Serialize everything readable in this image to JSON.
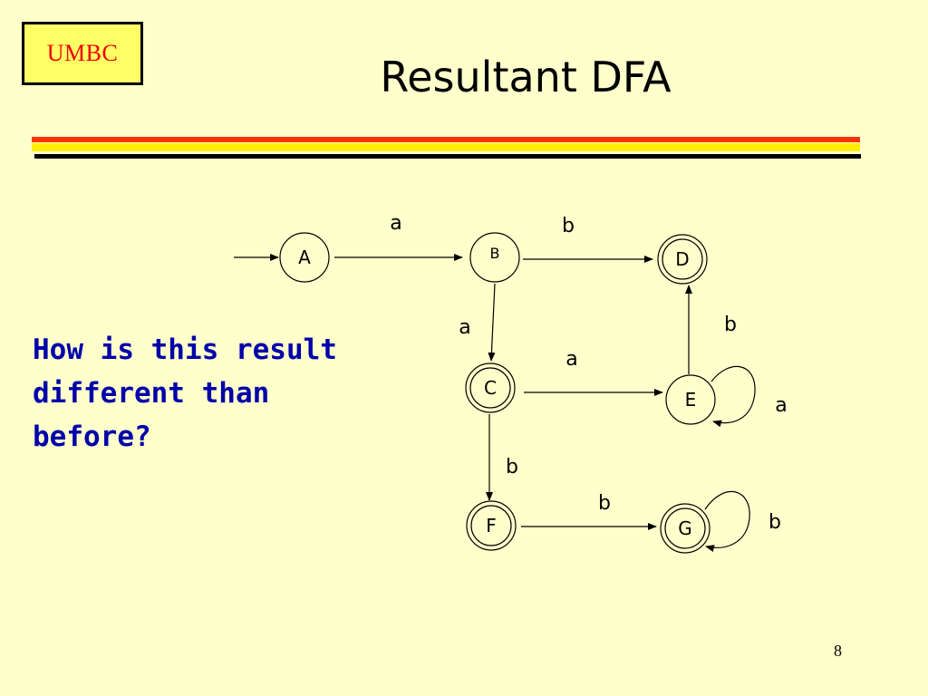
{
  "logo": {
    "text": "UMBC"
  },
  "slide": {
    "title": "Resultant DFA",
    "question": "How is this result different than before?",
    "page_number": "8"
  },
  "dfa": {
    "states": [
      {
        "id": "A",
        "label": "A",
        "accepting": false,
        "start": true
      },
      {
        "id": "B",
        "label": "B",
        "accepting": false,
        "start": false
      },
      {
        "id": "C",
        "label": "C",
        "accepting": true,
        "start": false
      },
      {
        "id": "D",
        "label": "D",
        "accepting": true,
        "start": false
      },
      {
        "id": "E",
        "label": "E",
        "accepting": false,
        "start": false
      },
      {
        "id": "F",
        "label": "F",
        "accepting": true,
        "start": false
      },
      {
        "id": "G",
        "label": "G",
        "accepting": true,
        "start": false
      }
    ],
    "transitions": [
      {
        "from": "A",
        "to": "B",
        "symbol": "a"
      },
      {
        "from": "B",
        "to": "D",
        "symbol": "b"
      },
      {
        "from": "B",
        "to": "C",
        "symbol": "a"
      },
      {
        "from": "C",
        "to": "E",
        "symbol": "a"
      },
      {
        "from": "E",
        "to": "D",
        "symbol": "b"
      },
      {
        "from": "E",
        "to": "E",
        "symbol": "a"
      },
      {
        "from": "C",
        "to": "F",
        "symbol": "b"
      },
      {
        "from": "F",
        "to": "G",
        "symbol": "b"
      },
      {
        "from": "G",
        "to": "G",
        "symbol": "b"
      }
    ]
  }
}
